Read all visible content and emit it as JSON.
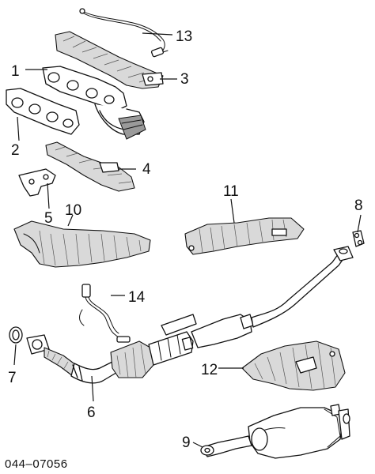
{
  "callouts": {
    "c1": "1",
    "c2": "2",
    "c3": "3",
    "c4": "4",
    "c5": "5",
    "c6": "6",
    "c7": "7",
    "c8": "8",
    "c9": "9",
    "c10": "10",
    "c11": "11",
    "c12": "12",
    "c13": "13",
    "c14": "14"
  },
  "diagram_code": "044–07056"
}
